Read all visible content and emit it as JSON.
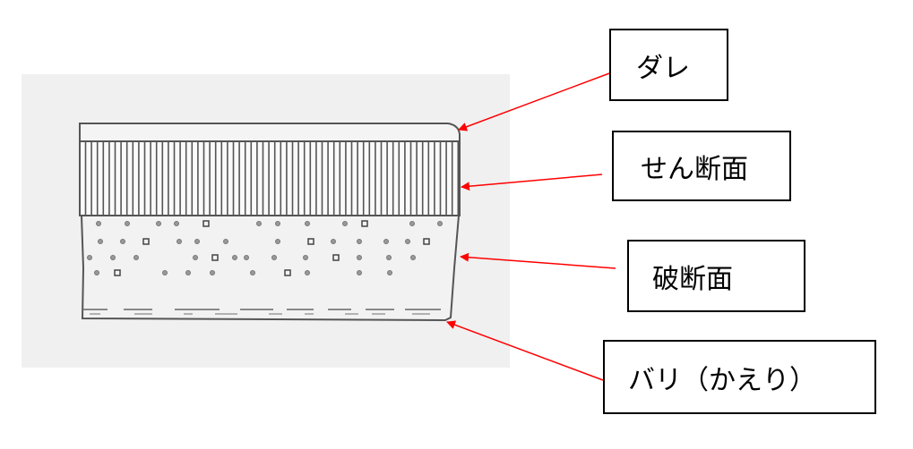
{
  "labels": {
    "dare": "ダレ",
    "shear_surface": "せん断面",
    "fracture_surface": "破断面",
    "burr": "バリ（かえり）"
  },
  "colors": {
    "arrow": "#ff0000",
    "background_panel": "#f0f0f0",
    "outline": "#555555"
  }
}
